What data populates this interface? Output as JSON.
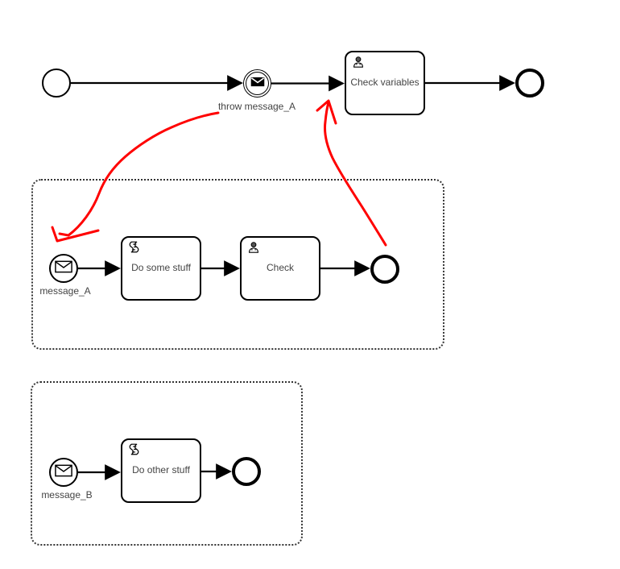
{
  "colors": {
    "annotation": "#ff0000",
    "shape_stroke": "#000000",
    "label_text": "#444444",
    "background": "#ffffff"
  },
  "processes": {
    "main": {
      "throw_event_label": "throw message_A",
      "check_variables_task": "Check variables"
    },
    "message_a_subprocess": {
      "start_event_label": "message_A",
      "do_some_stuff_task": "Do some stuff",
      "check_task": "Check"
    },
    "message_b_subprocess": {
      "start_event_label": "message_B",
      "do_other_stuff_task": "Do other stuff"
    }
  },
  "icons": {
    "throw_event": "message-filled-icon",
    "message_start_events": "message-icon",
    "user_tasks": "user-icon",
    "script_tasks": "script-icon"
  },
  "annotations": [
    {
      "name": "red-arrow-1",
      "style": "hand-drawn",
      "from": "throw message_A event",
      "to": "message_A start event"
    },
    {
      "name": "red-arrow-2",
      "style": "hand-drawn",
      "from": "message_A subprocess end event",
      "to": "Check variables task"
    }
  ]
}
